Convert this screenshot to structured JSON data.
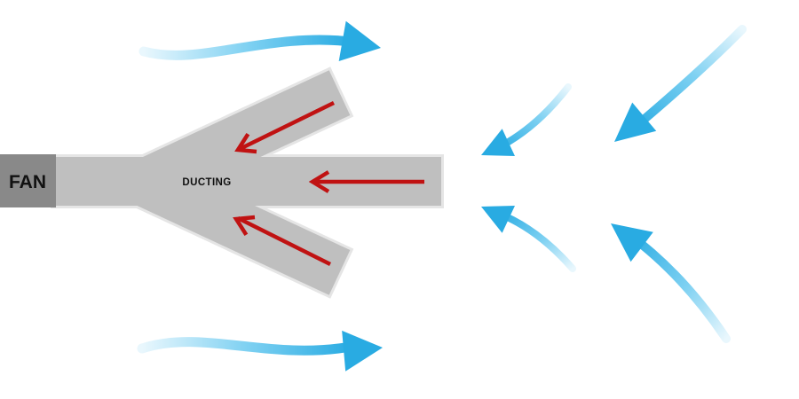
{
  "diagram": {
    "name": "fan-ducting-airflow-diagram",
    "labels": {
      "fan": "FAN",
      "ducting": "DUCTING"
    }
  },
  "colors": {
    "background": "#ffffff",
    "fan_box": "#898989",
    "duct": "#bfbfbf",
    "duct_outline": "#e5e5e5",
    "label_text": "#111111",
    "suction_arrow": "#c01212",
    "airflow_blue": "#29abe2",
    "airflow_blue_mid": "#7fd1f2",
    "airflow_blue_faint": "#e9f7fd"
  },
  "arrows": {
    "suction": [
      {
        "name": "suction-arrow-branch-upper",
        "direction": "down-left into junction"
      },
      {
        "name": "suction-arrow-main-duct",
        "direction": "left toward fan"
      },
      {
        "name": "suction-arrow-branch-lower",
        "direction": "up-left into junction"
      }
    ],
    "airflow": [
      {
        "name": "airflow-swoosh-top-left",
        "direction": "right"
      },
      {
        "name": "airflow-curve-inner-upper",
        "direction": "down-left toward duct inlet"
      },
      {
        "name": "airflow-curve-outer-upper",
        "direction": "down-left toward duct inlet"
      },
      {
        "name": "airflow-curve-inner-lower",
        "direction": "up-left toward duct inlet"
      },
      {
        "name": "airflow-curve-outer-lower",
        "direction": "up-left toward duct inlet"
      },
      {
        "name": "airflow-swoosh-bottom-left",
        "direction": "right"
      }
    ]
  }
}
